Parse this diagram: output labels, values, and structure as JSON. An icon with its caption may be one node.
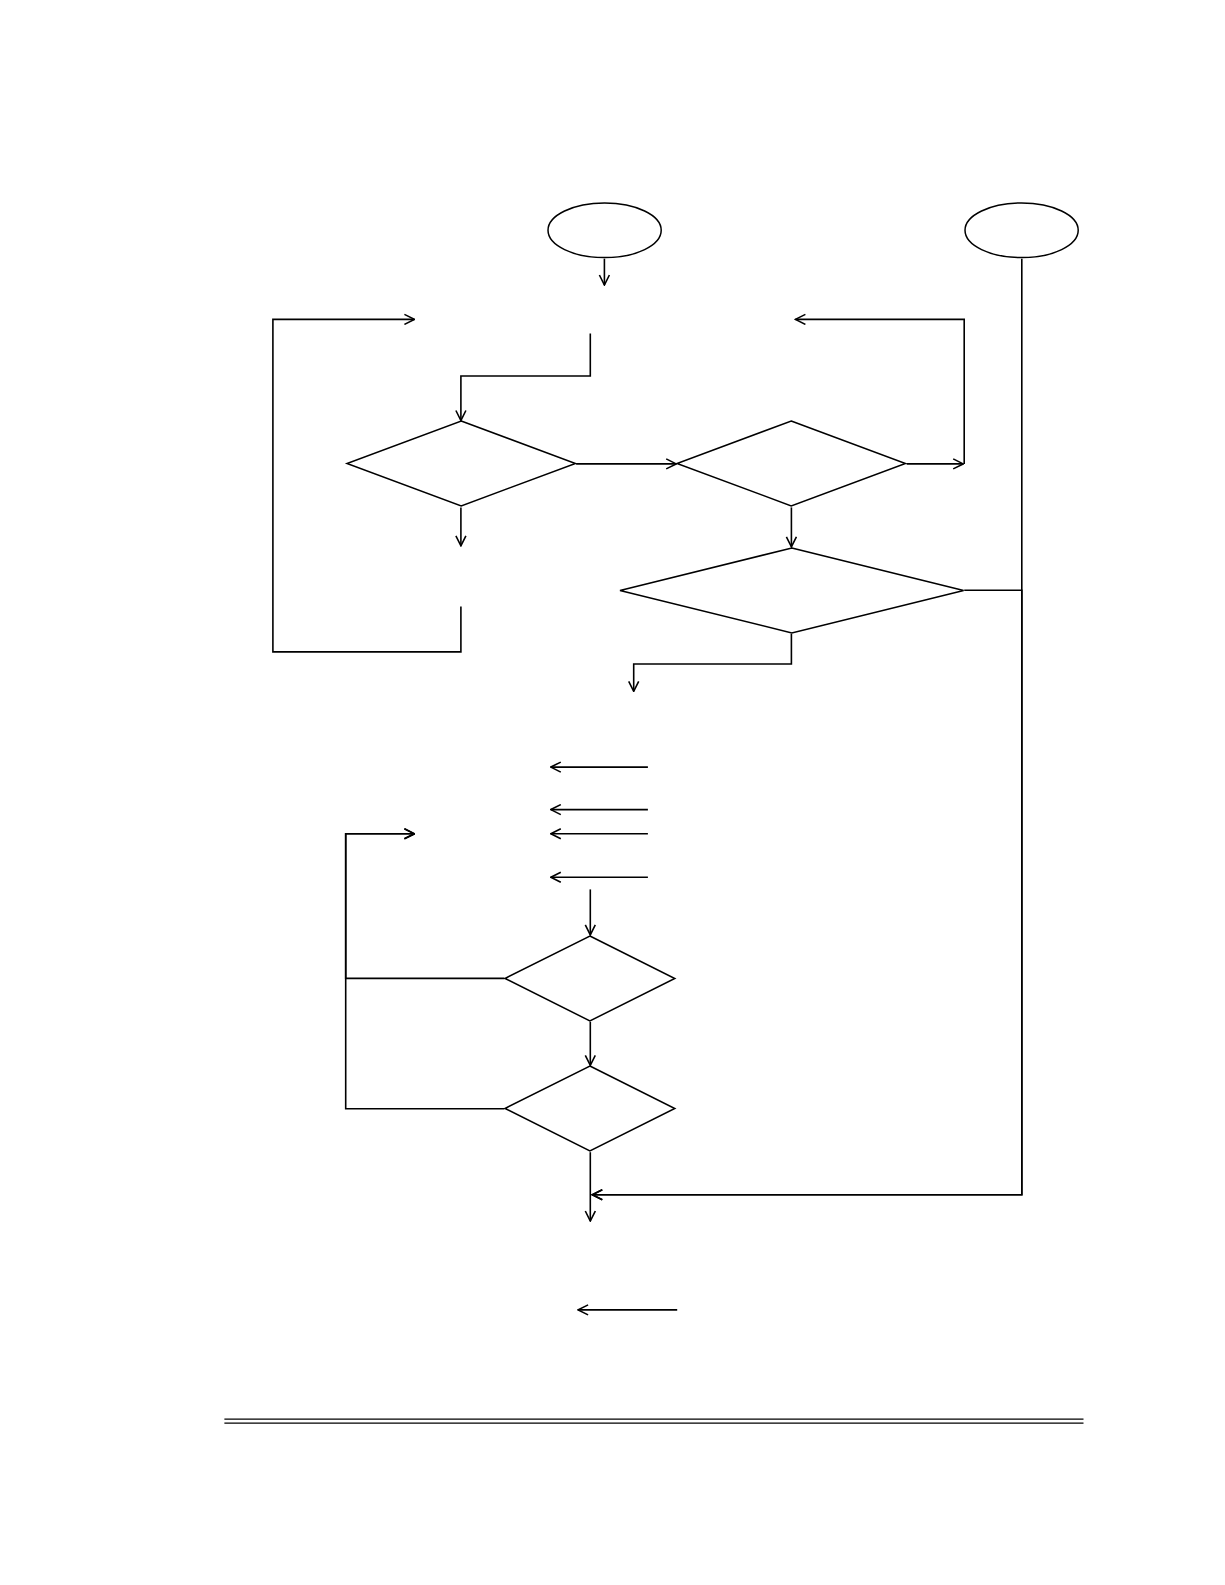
{
  "diagram": {
    "nodes": [
      {
        "text": [],
        "shape": "ellipse"
      },
      {
        "text": [],
        "shape": "ellipse"
      },
      {
        "text": [],
        "shape": "diamond"
      },
      {
        "text": [],
        "shape": "diamond"
      },
      {
        "text": [],
        "shape": "diamond"
      },
      {
        "text": [],
        "shape": "diamond"
      },
      {
        "text": [],
        "shape": "diamond"
      }
    ],
    "edges": [
      {
        "from": 0,
        "to": null,
        "arrow": "to"
      },
      {
        "from": null,
        "to": 2,
        "arrow": "to"
      },
      {
        "from": 2,
        "to": 3,
        "arrow": "to"
      },
      {
        "from": 2,
        "to": null,
        "arrow": "to"
      },
      {
        "from": 3,
        "to": null,
        "arrow": "to"
      },
      {
        "from": 3,
        "to": 4,
        "arrow": "to"
      },
      {
        "from": 4,
        "to": null,
        "arrow": "to"
      },
      {
        "from": 1,
        "to": null,
        "arrow": "to"
      },
      {
        "from": 4,
        "to": null,
        "arrow": "to"
      },
      {
        "from": null,
        "to": 5,
        "arrow": "to"
      },
      {
        "from": 5,
        "to": 6,
        "arrow": "to"
      },
      {
        "from": 5,
        "to": null,
        "arrow": "to"
      },
      {
        "from": 6,
        "to": null,
        "arrow": "to"
      },
      {
        "from": 6,
        "to": null,
        "arrow": "to"
      }
    ]
  }
}
